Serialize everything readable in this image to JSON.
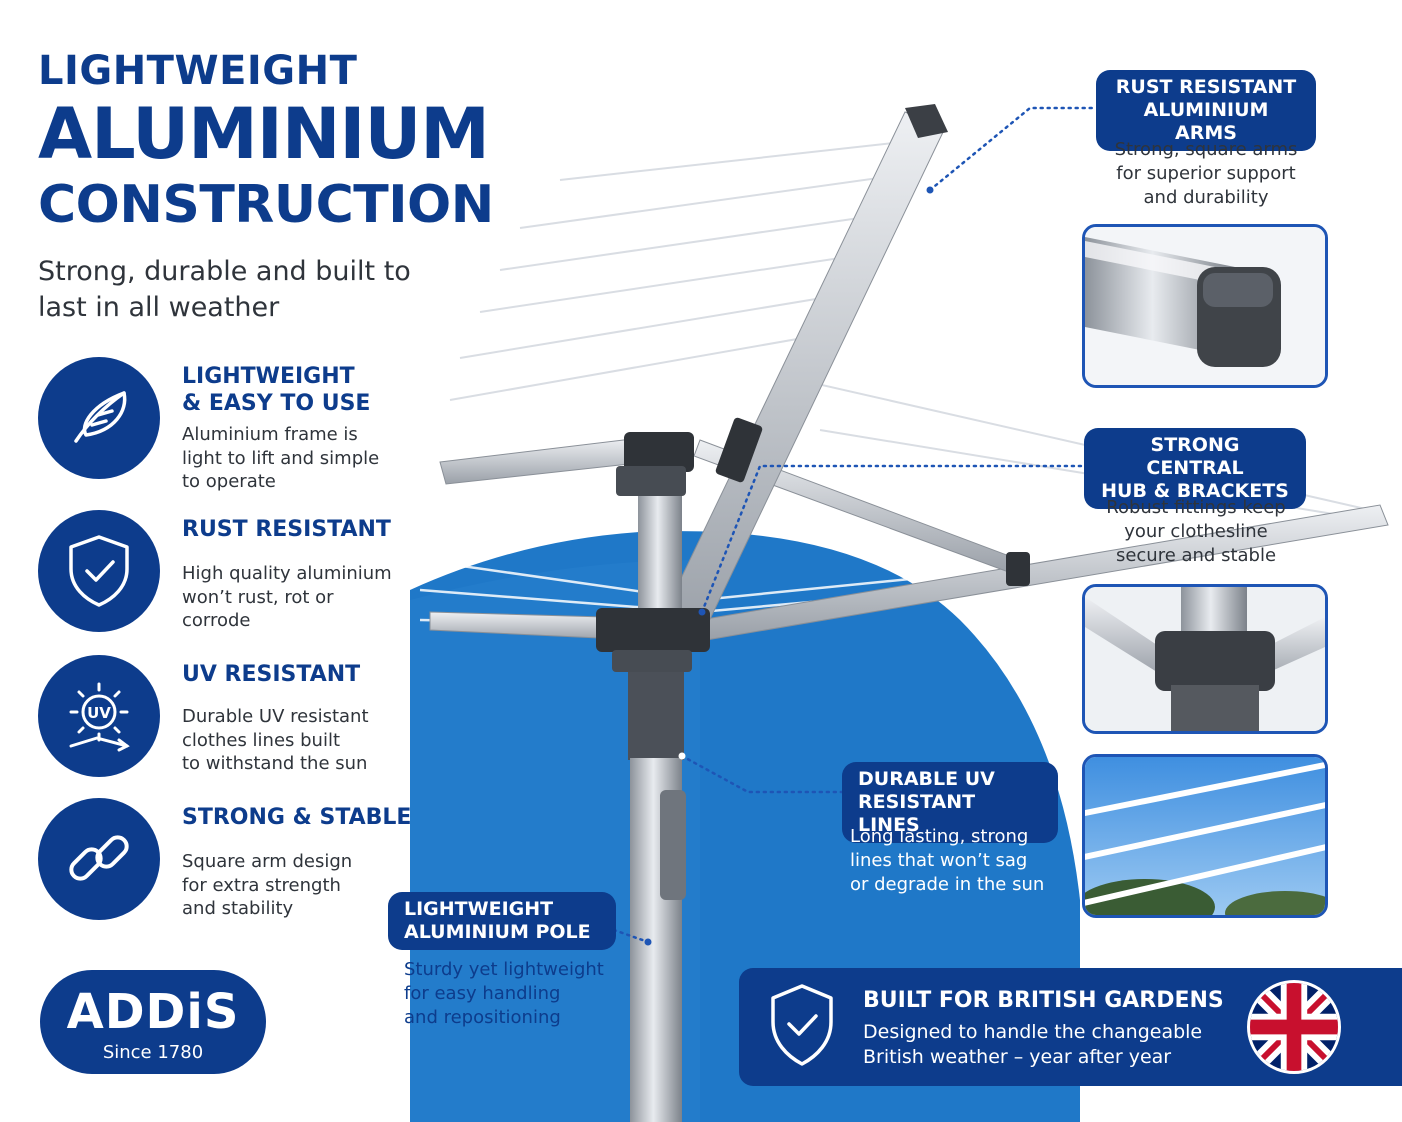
{
  "hero": {
    "line1": "LIGHTWEIGHT",
    "line2": "ALUMINIUM",
    "line3": "CONSTRUCTION",
    "subtitle": "Strong, durable and built to\nlast in all weather"
  },
  "features": [
    {
      "icon": "feather-icon",
      "title": "LIGHTWEIGHT\n& EASY TO USE",
      "desc": "Aluminium frame is\nlight to lift and simple\nto operate"
    },
    {
      "icon": "shield-check-icon",
      "title": "RUST RESISTANT",
      "desc": "High quality aluminium\nwon’t rust, rot or\ncorrode"
    },
    {
      "icon": "uv-sun-icon",
      "title": "UV RESISTANT",
      "desc": "Durable UV resistant\nclothes lines built\nto withstand the sun"
    },
    {
      "icon": "chain-link-icon",
      "title": "STRONG & STABLE",
      "desc": "Square arm design\nfor extra strength\nand stability"
    }
  ],
  "callouts": {
    "arms": {
      "title": "RUST RESISTANT\nALUMINIUM ARMS",
      "desc": "Strong, square arms\nfor superior support\nand durability"
    },
    "hub": {
      "title": "STRONG CENTRAL\nHUB & BRACKETS",
      "desc": "Robust fittings keep\nyour clothesline\nsecure and stable"
    },
    "lines": {
      "title": "DURABLE UV\nRESISTANT LINES",
      "desc": "Long lasting, strong\nlines that won’t sag\nor degrade in the sun"
    },
    "pole": {
      "title": "LIGHTWEIGHT\nALUMINIUM POLE",
      "desc": "Sturdy yet lightweight\nfor easy handling\nand repositioning"
    }
  },
  "banner": {
    "title": "BUILT FOR BRITISH GARDENS",
    "desc": "Designed to handle the changeable\nBritish weather – year after year"
  },
  "logo": {
    "brand": "ADDiS",
    "reg": "®",
    "since": "Since 1780"
  },
  "colors": {
    "navy": "#0d3c8c",
    "sky": "#1f78c8",
    "outline": "#1e55b5"
  }
}
